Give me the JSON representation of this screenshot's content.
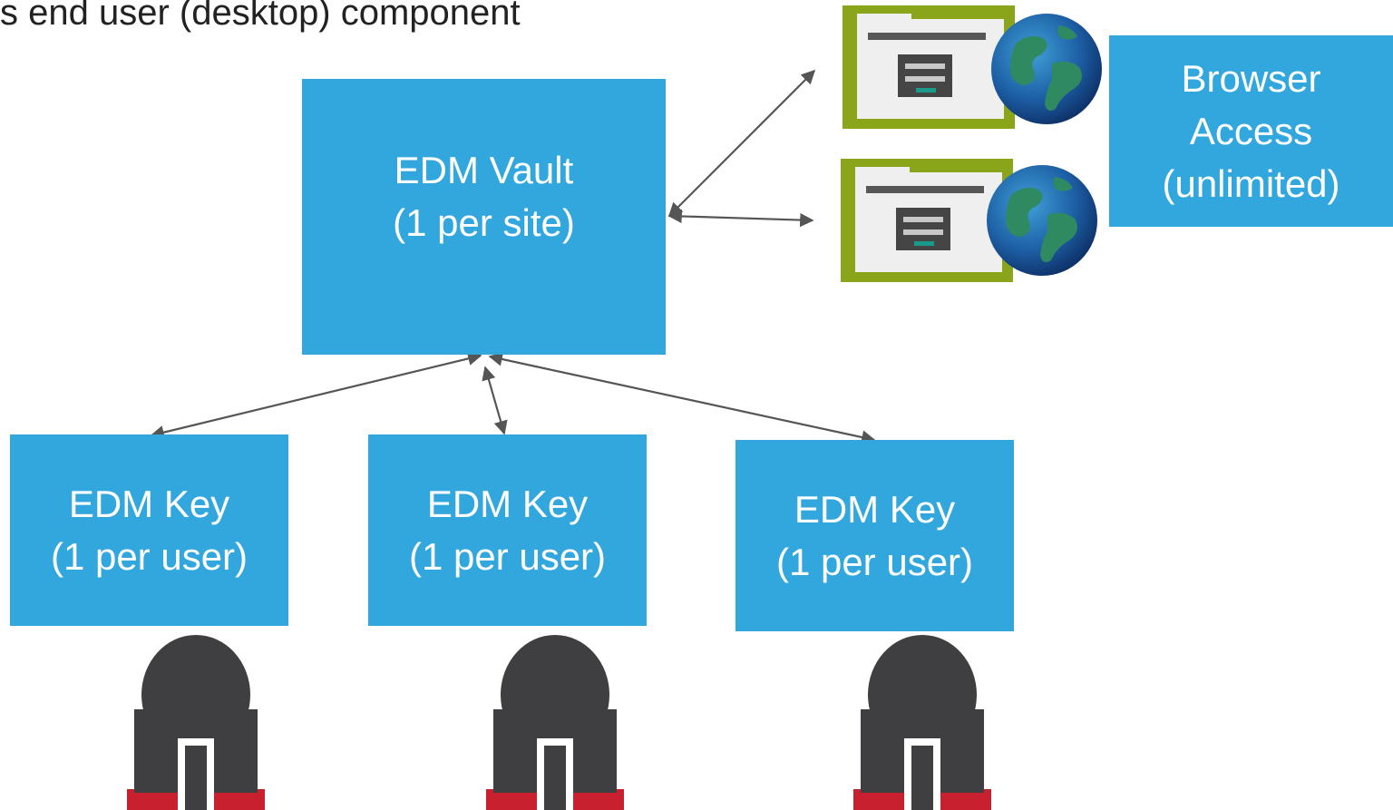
{
  "slide": {
    "title": "s end user (desktop) component"
  },
  "vault": {
    "line1": "EDM Vault",
    "line2": "(1 per site)"
  },
  "browser_access": {
    "line1": "Browser",
    "line2": "Access",
    "line3": "(unlimited)"
  },
  "keys": [
    {
      "line1": "EDM Key",
      "line2": "(1 per user)"
    },
    {
      "line1": "EDM Key",
      "line2": "(1 per user)"
    },
    {
      "line1": "EDM Key",
      "line2": "(1 per user)"
    }
  ],
  "colors": {
    "box_fill": "#32a7de",
    "box_text": "#ffffff",
    "arrow": "#555555",
    "browser_window_frame": "#8aa51a",
    "user_body": "#3f3f42",
    "user_base": "#c8202e"
  },
  "icons": {
    "browser_window": "browser-window-icon",
    "globe": "globe-icon",
    "user": "user-at-computer-icon"
  }
}
